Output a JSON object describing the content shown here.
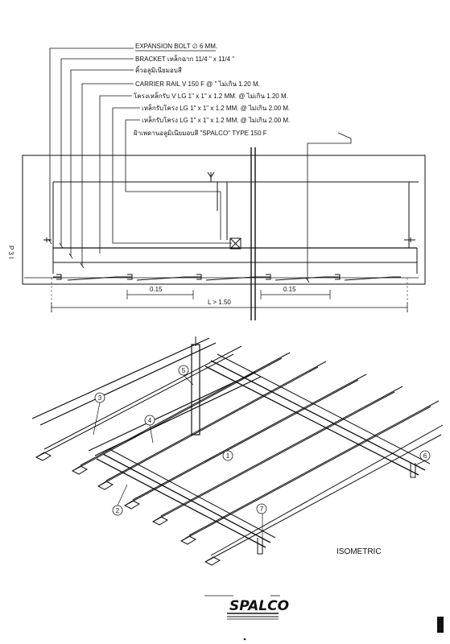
{
  "section_labels": [
    "EXPANSION BOLT ∅  6 MM.",
    "BRACKET เหล็กฉาก 11/4 \" x 11/4 \"",
    "คิ้วอลูมิเนียมอบสี",
    "CARRIER RAIL V 150 F @ \" ไม่เกิน 1.20 M.",
    "โครงเหล็กรับ  V  LG    1\" x 1\" x 1.2 MM.  @  ไม่เกิน 1.20 M.",
    "เหล็กรับโครง      LG    1\" x 1\" x 1.2 MM.  @  ไม่เกิน 2.00 M.",
    "เหล็กรับโครง      LG    1\" x 1\" x 1.2 MM.  @  ไม่เกิน 2.00 M.",
    "ฝ้าเพดานอลูมิเนียมอบสี \"SPALCO\" TYPE 150 F"
  ],
  "dimensions": {
    "panel_width_left": "0.15",
    "panel_width_right": "0.15",
    "span": "L > 1.50",
    "side_mark": "P  3  I"
  },
  "callouts": [
    "1",
    "2",
    "3",
    "4",
    "5",
    "6",
    "7"
  ],
  "view_label": "ISOMETRIC",
  "brand": "SPALCO"
}
